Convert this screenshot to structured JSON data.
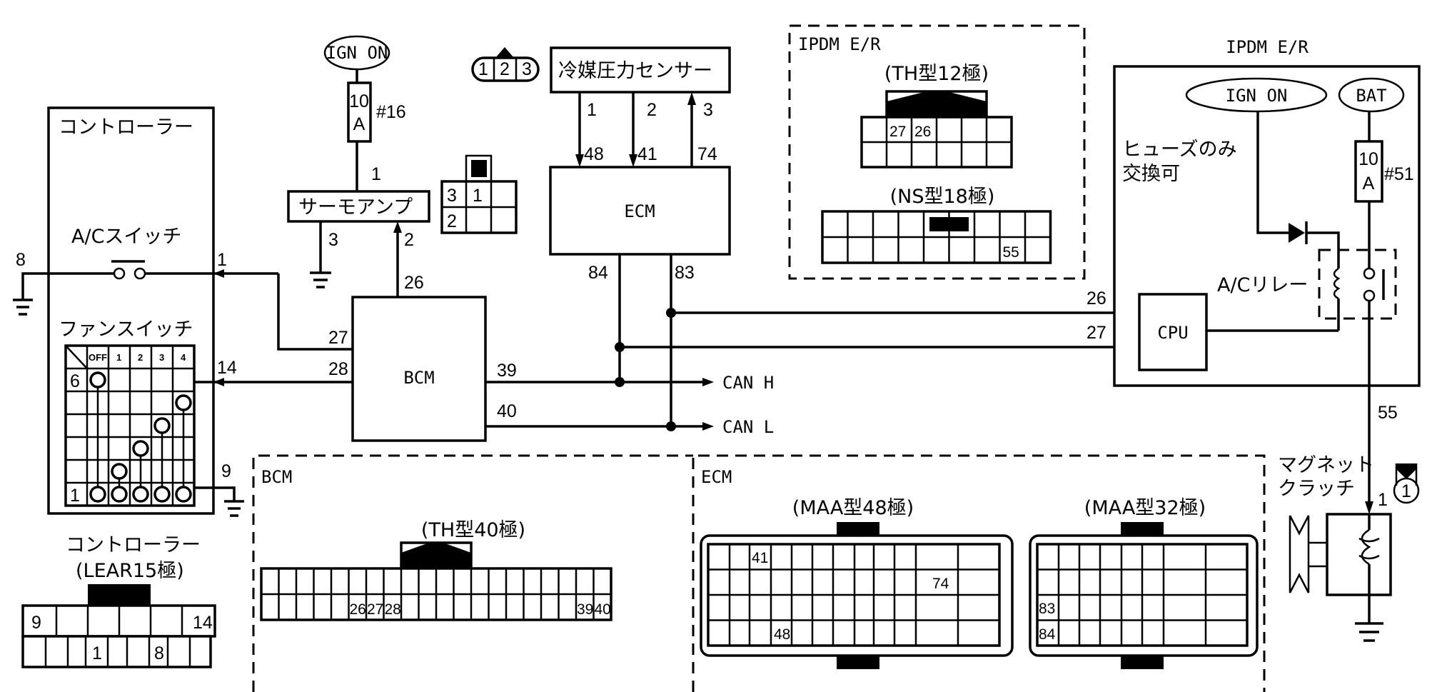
{
  "controller": {
    "title": "コントローラー",
    "ac_switch_label": "A/Cスイッチ",
    "fan_switch_label": "ファンスイッチ",
    "fan_switch_header": [
      "OFF",
      "1",
      "2",
      "3",
      "4"
    ],
    "fan_switch_row_top": "6",
    "fan_switch_row_bottom": "1",
    "pins": {
      "ground_left": "8",
      "ac_out": "1",
      "fan_in": "14",
      "ground_right": "9"
    }
  },
  "thermo_amp": {
    "title": "サーモアンプ",
    "supply": "IGN ON",
    "fuse_rating": [
      "10",
      "A"
    ],
    "fuse_number": "#16",
    "pins": {
      "supply": "1",
      "ground": "3",
      "signal": "2"
    }
  },
  "thermo_connector": {
    "pins": [
      "3",
      "1",
      "2"
    ]
  },
  "sensor_connector": {
    "pins": [
      "1",
      "2",
      "3"
    ]
  },
  "refrigerant_sensor": {
    "title": "冷媒圧力センサー",
    "pins": [
      "1",
      "2",
      "3"
    ]
  },
  "ecm": {
    "title": "ECM",
    "sensor_pins": [
      "48",
      "41",
      "74"
    ],
    "can_pins": {
      "h": "84",
      "l": "83"
    }
  },
  "bcm": {
    "title": "BCM",
    "pins": {
      "thermo": "26",
      "ac": "27",
      "fan": "28",
      "can_h": "39",
      "can_l": "40"
    }
  },
  "can": {
    "h_label": "CAN H",
    "l_label": "CAN L"
  },
  "ipdm_connectors": {
    "title": "IPDM E/R",
    "th12": {
      "label": "(TH型12極)",
      "pins": [
        "27",
        "26"
      ]
    },
    "ns18": {
      "label": "(NS型18極)",
      "pins": [
        "55"
      ]
    }
  },
  "ipdm": {
    "title": "IPDM E/R",
    "ign_label": "IGN ON",
    "bat_label": "BAT",
    "fuse_note": [
      "ヒューズのみ",
      "交換可"
    ],
    "fuse_rating": [
      "10",
      "A"
    ],
    "fuse_number": "#51",
    "relay_label": "A/Cリレー",
    "cpu_label": "CPU",
    "pins": {
      "can_h": "26",
      "can_l": "27",
      "clutch": "55"
    }
  },
  "magnet_clutch": {
    "title": [
      "マグネット",
      "クラッチ"
    ],
    "pin": "1",
    "connector_ref": "1"
  },
  "controller_connector": {
    "title": "コントローラー",
    "label": "(LEAR15極)",
    "top_pins": [
      "9",
      "14"
    ],
    "bottom_pins": [
      "1",
      "8"
    ]
  },
  "bcm_connector": {
    "title": "BCM",
    "label": "(TH型40極)",
    "pins": [
      "26",
      "27",
      "28",
      "39",
      "40"
    ]
  },
  "ecm_connectors": {
    "title": "ECM",
    "maa48": {
      "label": "(MAA型48極)",
      "pins": [
        "41",
        "74",
        "48"
      ]
    },
    "maa32": {
      "label": "(MAA型32極)",
      "pins": [
        "83",
        "84"
      ]
    }
  }
}
